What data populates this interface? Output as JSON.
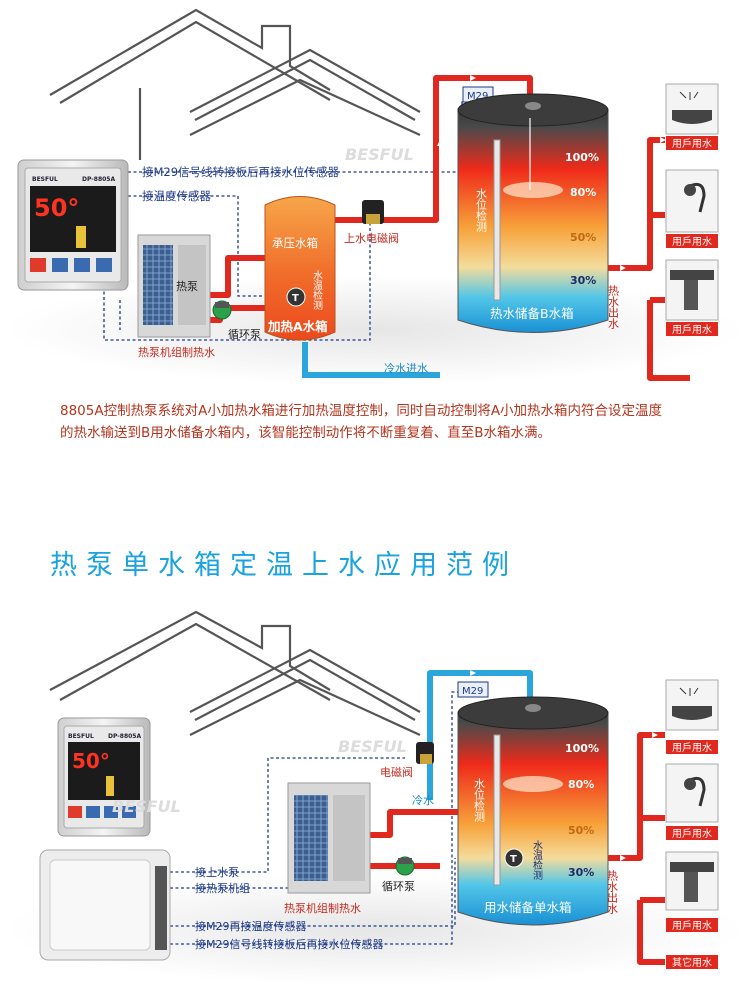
{
  "brand": "BESFUL",
  "top": {
    "controller": {
      "brand": "BESFUL",
      "model": "DP-8805A",
      "reading": "50°"
    },
    "sensor_label_1": "接M29信号线转接板后再接水位传感器",
    "sensor_label_2": "接温度传感器",
    "heat_pump_label": "热泵",
    "heat_pump_caption": "热泵机组制热水",
    "circ_pump_label": "循环泵",
    "tank_a": {
      "top_label": "承压水箱",
      "temp_label": "水温检测",
      "bottom_label": "加热A水箱"
    },
    "solenoid_label": "上水电磁阀",
    "m29_label": "M29",
    "tank_b": {
      "level_label": "水位检测",
      "bottom_label": "热水储备B水箱"
    },
    "levels": [
      "100%",
      "80%",
      "50%",
      "30%"
    ],
    "cold_in_label": "冷水进水",
    "hot_out_label": "热水出水",
    "user_labels": [
      "用戶用水",
      "用戶用水",
      "用戶用水"
    ]
  },
  "caption_lines": [
    "8805A控制热泵系统对A小加热水箱进行加热温度控制，同时自动控制将A小加热水箱内符合设定温度",
    "的热水输送到B用水储备水箱内，该智能控制动作将不断重复着、直至B水箱水满。"
  ],
  "section_title": "热泵单水箱定温上水应用范例",
  "bottom": {
    "controller": {
      "brand": "BESFUL",
      "model": "DP-8805A",
      "reading": "50°"
    },
    "terminal_labels": [
      "接上水泵",
      "接热泵机组",
      "接M29再接温度传感器",
      "接M29信号线转接板后再接水位传感器"
    ],
    "heat_pump_caption": "热泵机组制热水",
    "circ_pump_label": "循环泵",
    "valve_label": "电磁阀",
    "cold_label": "冷水",
    "m29_label": "M29",
    "tank": {
      "level_label": "水位检测",
      "temp_label": "水温检测",
      "bottom_label": "用水储备单水箱"
    },
    "levels": [
      "100%",
      "80%",
      "50%",
      "30%"
    ],
    "hot_out_label": "热水出水",
    "user_labels": [
      "用戶用水",
      "用戶用水",
      "用戶用水",
      "其它用水"
    ]
  },
  "colors": {
    "hot_pipe": "#e0281e",
    "cold_pipe": "#2aa6dc",
    "sensor_line": "#1e3a8a",
    "accent": "#1aa3dc",
    "label_red": "#c8281e"
  }
}
